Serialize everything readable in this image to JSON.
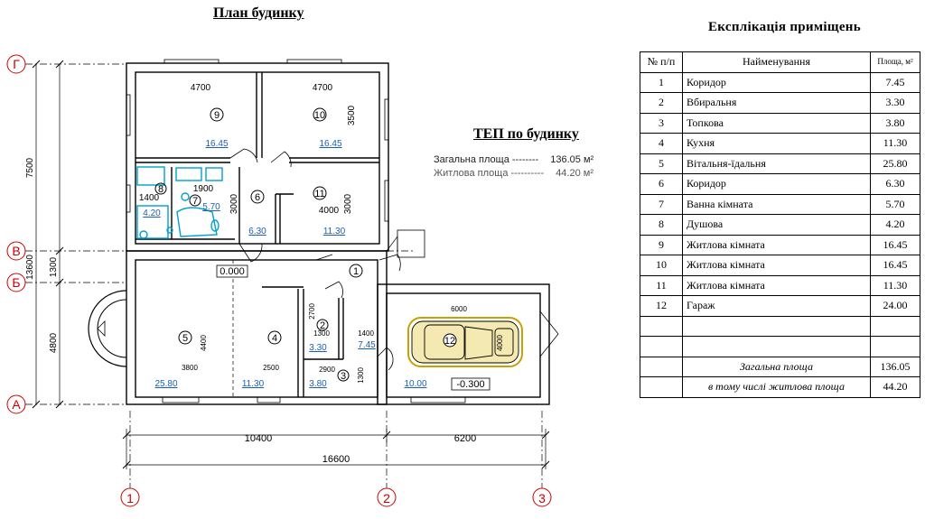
{
  "plan_title": "План будинку",
  "tep": {
    "title": "ТЕП по будинку",
    "total_label": "Загальна площа --------",
    "total_value": "136.05 м²",
    "living_label": "Житлова площа ----------",
    "living_value": "44.20 м²"
  },
  "explication": {
    "title": "Експлікація  приміщень",
    "headers": {
      "num": "№ п/п",
      "name": "Найменування",
      "area": "Площа, м²"
    },
    "rows": [
      {
        "num": "1",
        "name": "Коридор",
        "area": "7.45"
      },
      {
        "num": "2",
        "name": "Вбиральня",
        "area": "3.30"
      },
      {
        "num": "3",
        "name": "Топкова",
        "area": "3.80"
      },
      {
        "num": "4",
        "name": "Кухня",
        "area": "11.30"
      },
      {
        "num": "5",
        "name": "Вітальня-їдальня",
        "area": "25.80"
      },
      {
        "num": "6",
        "name": "Коридор",
        "area": "6.30"
      },
      {
        "num": "7",
        "name": "Ванна кімната",
        "area": "5.70"
      },
      {
        "num": "8",
        "name": "Душова",
        "area": "4.20"
      },
      {
        "num": "9",
        "name": "Житлова кімната",
        "area": "16.45"
      },
      {
        "num": "10",
        "name": "Житлова кімната",
        "area": "16.45"
      },
      {
        "num": "11",
        "name": "Житлова кімната",
        "area": "11.30"
      },
      {
        "num": "12",
        "name": "Гараж",
        "area": "24.00"
      }
    ],
    "total_label": "Загальна площа",
    "total_value": "136.05",
    "living_label": "в тому числі житлова площа",
    "living_value": "44.20"
  },
  "axes": {
    "g": "Г",
    "v": "В",
    "b": "Б",
    "a": "А",
    "n1": "1",
    "n2": "2",
    "n3": "3"
  },
  "dims": {
    "d7500": "7500",
    "d1300": "1300",
    "d13600": "13600",
    "d4800": "4800",
    "d4700a": "4700",
    "d4700b": "4700",
    "d3500": "3500",
    "d1900": "1900",
    "d1400a": "1400",
    "d3000a": "3000",
    "d3000b": "3000",
    "d4000a": "4000",
    "d6000": "6000",
    "d4000b": "4000",
    "d4400": "4400",
    "d2700": "2700",
    "d1300b": "1300",
    "d1400b": "1400",
    "d2900": "2900",
    "d1300c": "1300",
    "d3800": "3800",
    "d2500": "2500",
    "d10400": "10400",
    "d6200": "6200",
    "d16600": "16600"
  },
  "rooms": {
    "r1": "1",
    "r2": "2",
    "r3": "3",
    "r4": "4",
    "r5": "5",
    "r6": "6",
    "r7": "7",
    "r8": "8",
    "r9": "9",
    "r10": "10",
    "r11": "11",
    "r12": "12"
  },
  "areas": {
    "a1": "7.45",
    "a2": "3.30",
    "a3": "3.80",
    "a4": "11.30",
    "a5": "25.80",
    "a6": "6.30",
    "a7": "5.70",
    "a8": "4.20",
    "a9": "16.45",
    "a10": "16.45",
    "a11": "11.30",
    "a12": "10.00"
  },
  "levels": {
    "floor": "0.000",
    "garage": "-0.300"
  }
}
